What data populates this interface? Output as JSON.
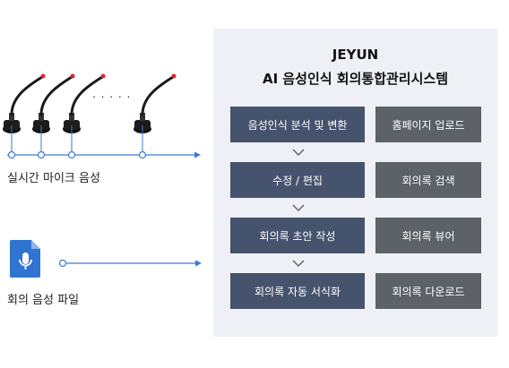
{
  "inputs": {
    "mic_dots": ". . . . .",
    "realtime_label": "실시간 마이크 음성",
    "file_label": "회의 음성 파일"
  },
  "panel": {
    "title_line1": "JEYUN",
    "title_line2": "AI 음성인식 회의통합관리시스템",
    "steps": [
      "음성인식 분석 및 변환",
      "수정 / 편집",
      "회의록 초안 작성",
      "회의록 자동 서식화"
    ],
    "features": [
      "홈페이지 업로드",
      "회의록 검색",
      "회의록 뷰어",
      "회의록 다운로드"
    ]
  },
  "colors": {
    "accent_blue": "#3a7bd5",
    "step_box": "#46536d",
    "feature_box": "#5d6168",
    "panel_bg": "#eef0f5"
  }
}
